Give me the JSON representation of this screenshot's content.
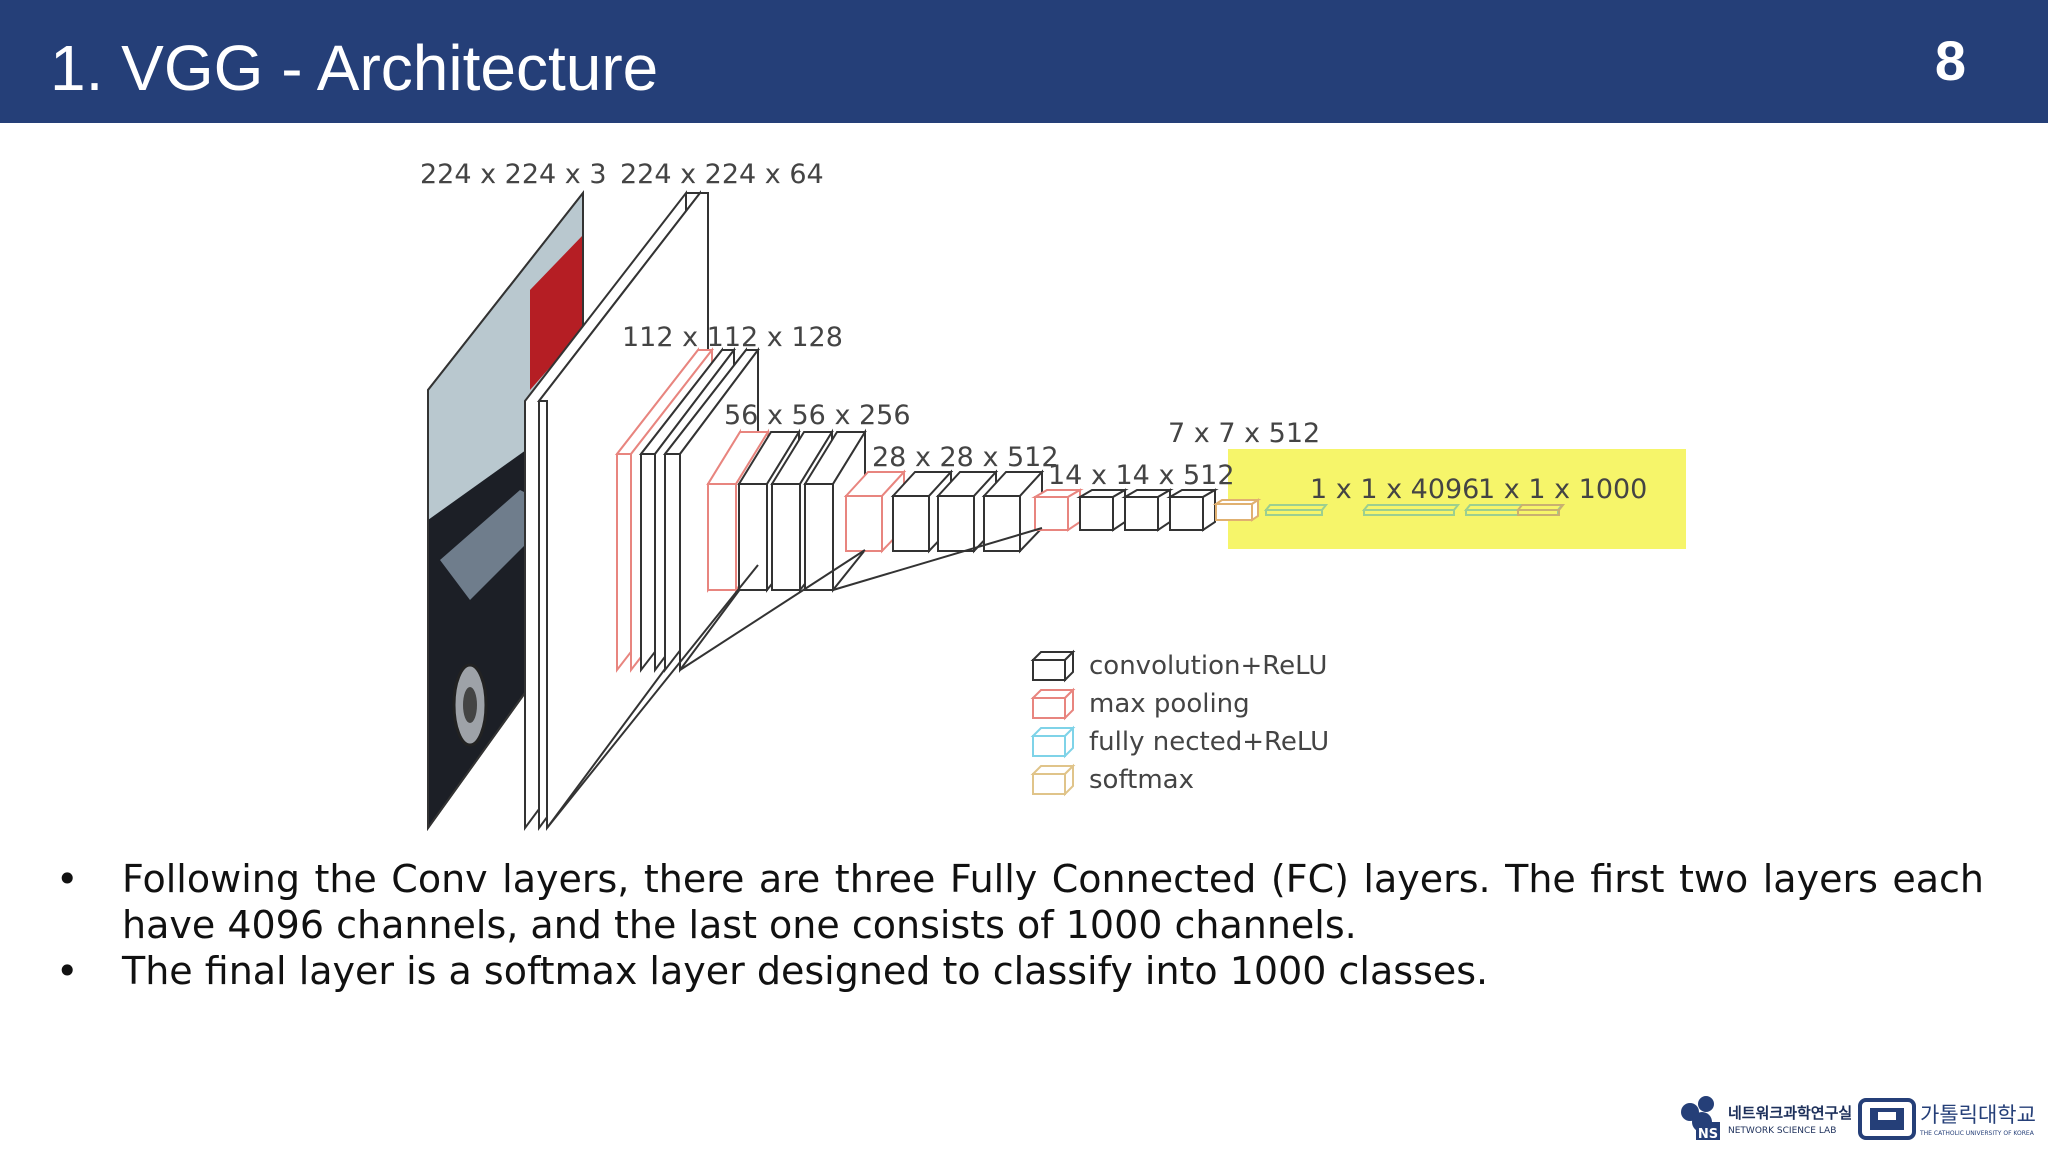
{
  "slide": {
    "title": "1. VGG - Architecture",
    "number": "8"
  },
  "diagram": {
    "labels": {
      "input": "224 x 224 x 3",
      "conv1": "224 x 224 x 64",
      "conv2": "112 x 112 x 128",
      "conv3": "56 x 56 x 256",
      "conv4": "28 x 28 x 512",
      "conv5": "14 x 14 x 512",
      "pool5": "7 x 7 x 512",
      "fc": "1 x 1 x 4096",
      "softmax": "1 x 1 x 1000"
    },
    "legend": [
      {
        "label": "convolution+ReLU",
        "color": "#333333"
      },
      {
        "label": "max pooling",
        "color": "#e8857f"
      },
      {
        "label": "fully nected+ReLU",
        "color": "#7fd3e8"
      },
      {
        "label": "softmax",
        "color": "#e0c48a"
      }
    ],
    "highlight_color": "#f6f56a"
  },
  "bullets": [
    "Following the Conv layers, there are three Fully Connected (FC) layers. The first two layers each have 4096 channels, and the last one consists of 1000 channels.",
    "The final layer is a softmax layer designed to classify into 1000 classes."
  ],
  "bullet_symbol": "•",
  "logos": {
    "lab_korean": "네트워크과학연구실",
    "lab_english": "NETWORK SCIENCE LAB",
    "lab_mark": "NS",
    "university_korean": "가톨릭대학교",
    "university_english": "THE CATHOLIC UNIVERSITY OF KOREA"
  }
}
